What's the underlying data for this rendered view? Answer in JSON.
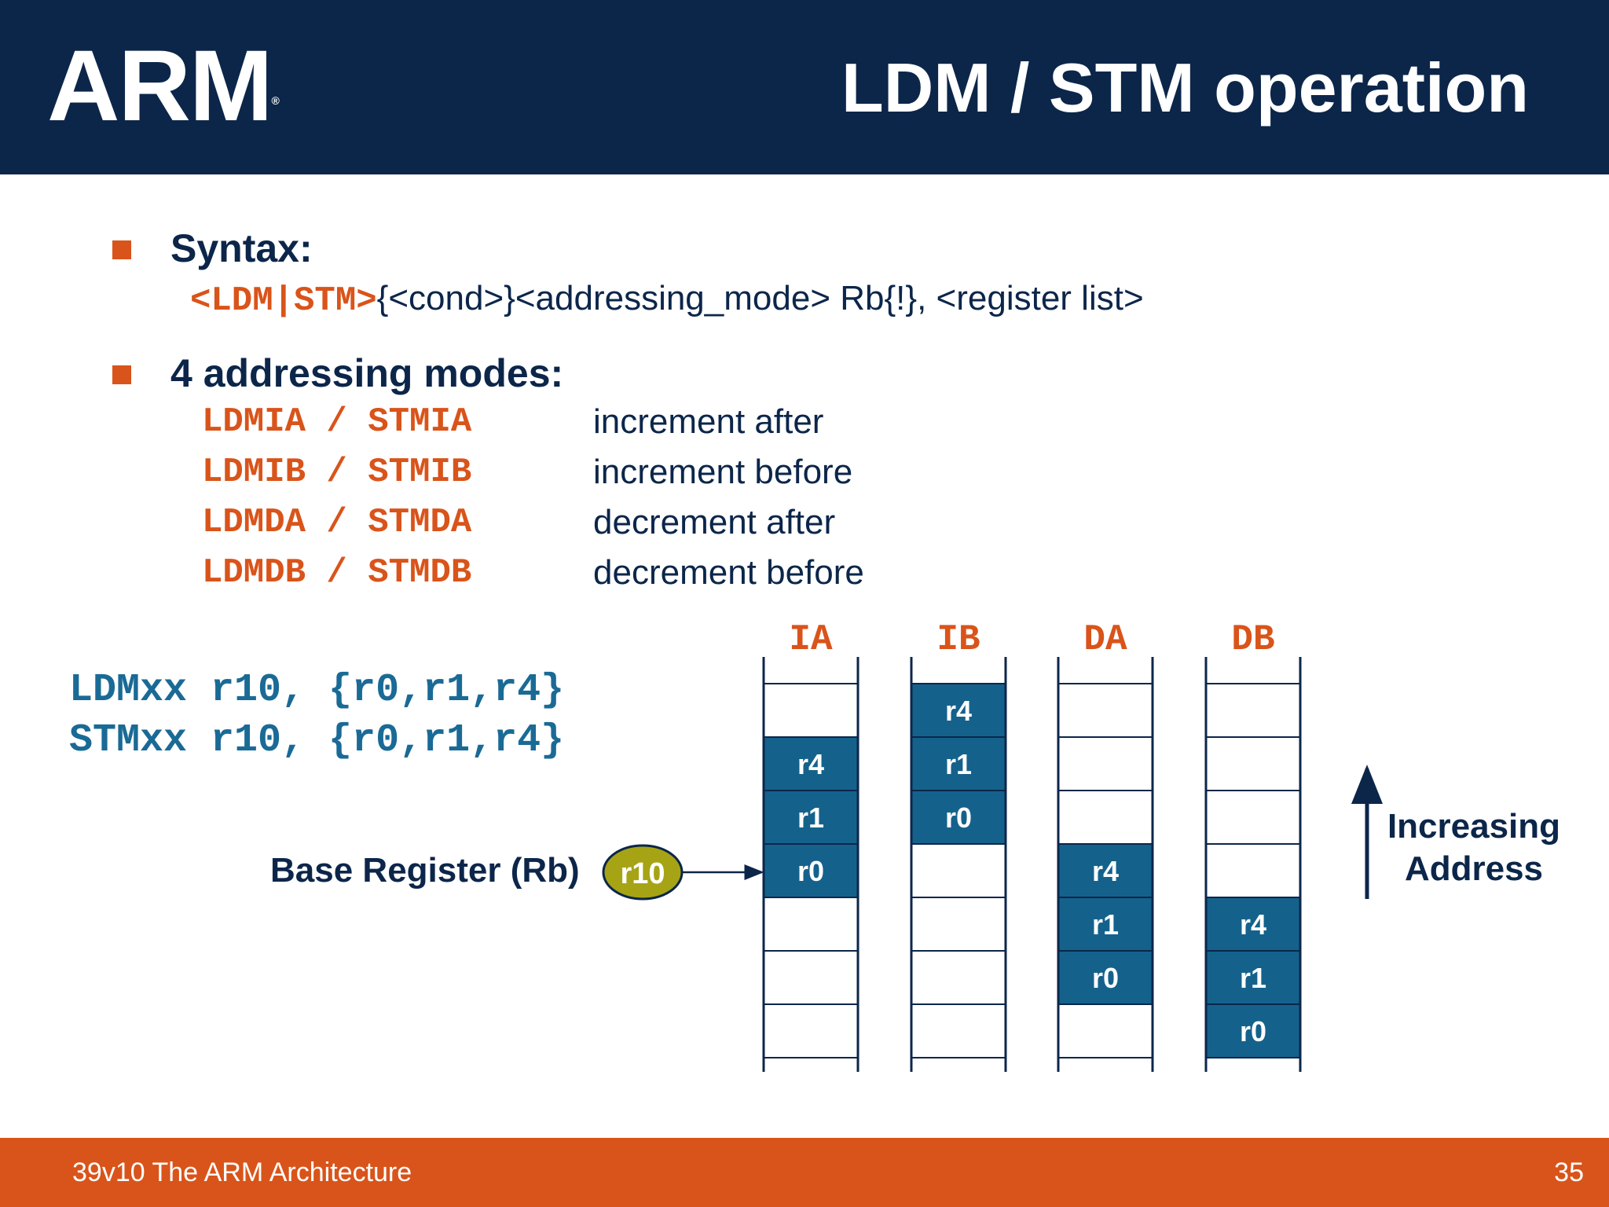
{
  "header": {
    "logo": "ARM",
    "logo_mark": "®",
    "title": "LDM / STM operation"
  },
  "syntax": {
    "heading": "Syntax:",
    "code": "<LDM|STM>",
    "rest": "{<cond>}<addressing_mode> Rb{!}, <register list>"
  },
  "modes": {
    "heading": "4 addressing modes:",
    "items": [
      {
        "code": "LDMIA / STMIA",
        "desc": "increment after"
      },
      {
        "code": "LDMIB / STMIB",
        "desc": "increment before"
      },
      {
        "code": "LDMDA / STMDA",
        "desc": "decrement after"
      },
      {
        "code": "LDMDB / STMDB",
        "desc": "decrement before"
      }
    ]
  },
  "code_lines": [
    "LDMxx r10, {r0,r1,r4}",
    "STMxx r10, {r0,r1,r4}"
  ],
  "base_register": {
    "label": "Base Register (Rb)",
    "reg": "r10"
  },
  "columns": [
    {
      "label": "IA",
      "cells": [
        "",
        "r4",
        "r1",
        "r0",
        "",
        "",
        ""
      ]
    },
    {
      "label": "IB",
      "cells": [
        "r4",
        "r1",
        "r0",
        "",
        "",
        "",
        ""
      ]
    },
    {
      "label": "DA",
      "cells": [
        "",
        "",
        "",
        "r4",
        "r1",
        "r0",
        ""
      ]
    },
    {
      "label": "DB",
      "cells": [
        "",
        "",
        "",
        "",
        "r4",
        "r1",
        "r0"
      ]
    }
  ],
  "address_note": [
    "Increasing",
    "Address"
  ],
  "colors": {
    "navy": "#0c264a",
    "orange": "#d9541a",
    "teal": "#14628c",
    "code_blue": "#1a6a96",
    "olive": "#a6a414"
  },
  "footer": {
    "text": "39v10 The ARM Architecture",
    "page": "35"
  }
}
